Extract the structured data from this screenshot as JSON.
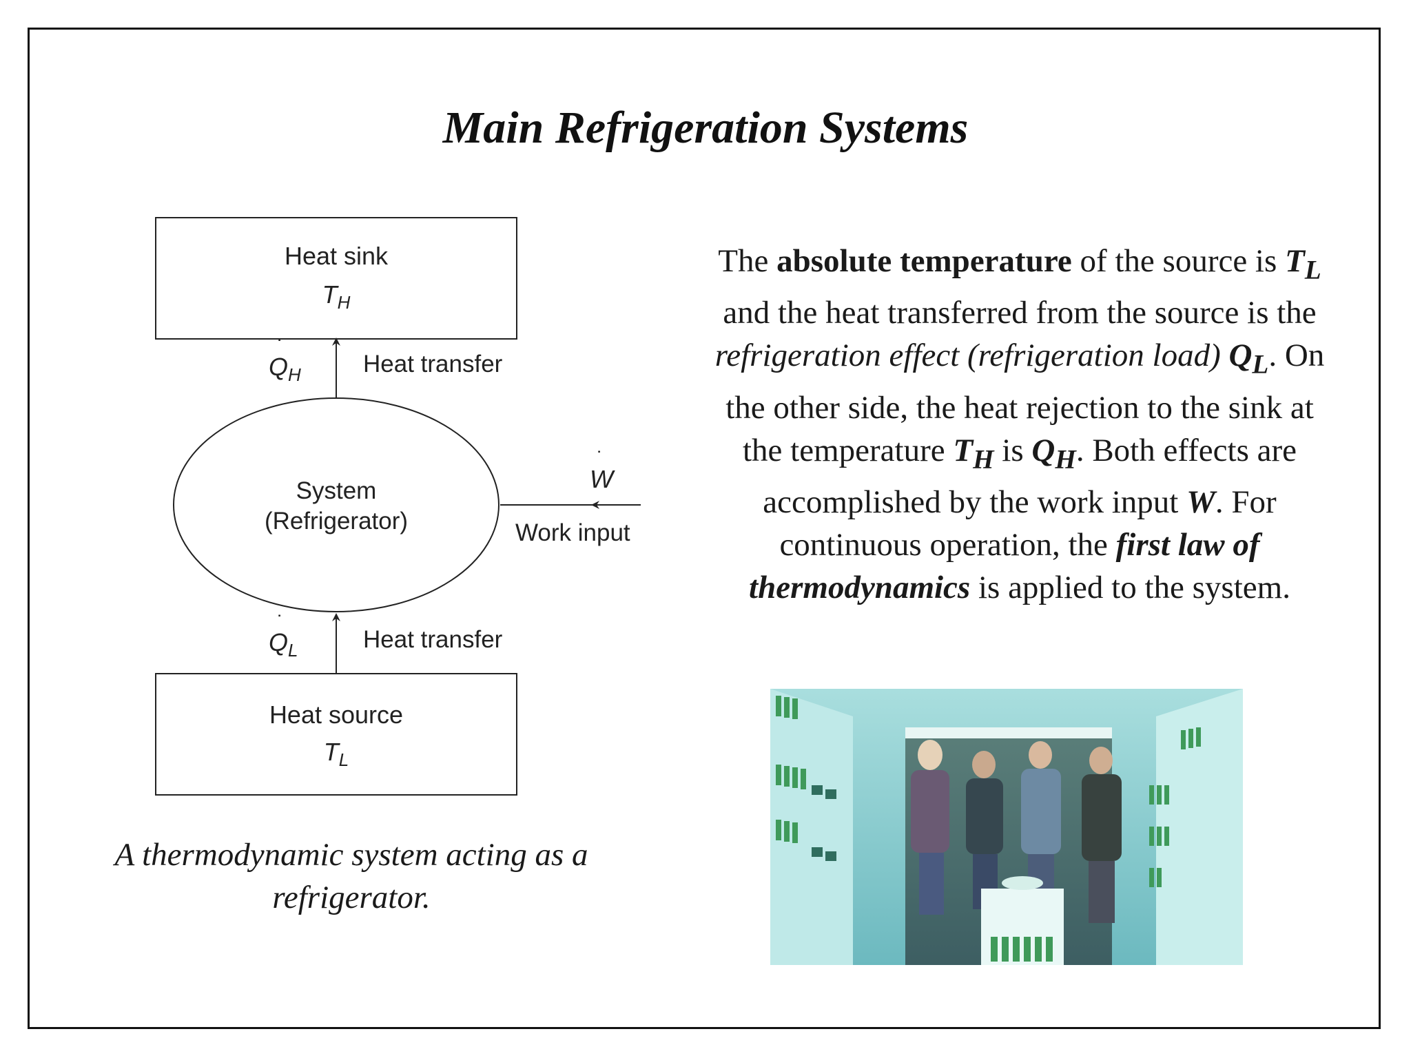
{
  "slide": {
    "title": "Main Refrigeration Systems",
    "caption": "A thermodynamic system acting as a refrigerator."
  },
  "diagram": {
    "sink_label": "Heat sink",
    "sink_temp": "T",
    "sink_temp_sub": "H",
    "source_label": "Heat source",
    "source_temp": "T",
    "source_temp_sub": "L",
    "system_line1": "System",
    "system_line2": "(Refrigerator)",
    "heat_rate_top": "Q",
    "heat_rate_top_sub": "H",
    "heat_rate_bottom": "Q",
    "heat_rate_bottom_sub": "L",
    "heat_transfer_top": "Heat transfer",
    "heat_transfer_bottom": "Heat transfer",
    "work_symbol": "W",
    "work_label": "Work input"
  },
  "paragraph": {
    "s1": "The ",
    "b1": "absolute temperature",
    "s2": " of the source is ",
    "v1": "T",
    "v1_sub": "L",
    "s3": " and the heat transferred from the source is the ",
    "i1": "refrigeration effect (refrigeration load)",
    "s4": " ",
    "v2": "Q",
    "v2_sub": "L",
    "s5": ". On the other side, the heat rejection to the sink at the temperature ",
    "v3": "T",
    "v3_sub": "H",
    "s6": " is ",
    "v4": "Q",
    "v4_sub": "H",
    "s7": ". Both effects are accomplished by the work input ",
    "v5": "W",
    "s8": ". For continuous operation, the ",
    "bi1": "first law of thermodynamics",
    "s9": " is applied to the system."
  },
  "colors": {
    "photo_tint": "#7ec4c8",
    "bottle_green": "#3f9a5a"
  }
}
